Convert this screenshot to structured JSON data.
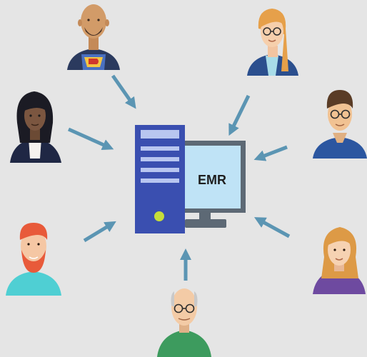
{
  "screen": {
    "label": "EMR"
  },
  "colors": {
    "background": "#e5e5e5",
    "arrow": "#5b95b3",
    "tower": "#3a4fb0",
    "tower_slot": "#b8c6f0",
    "power_light": "#c6dd3a",
    "monitor_frame": "#5d6975",
    "monitor_screen": "#bfe3f6"
  },
  "people": [
    {
      "role": "superhero",
      "icon": "bald-man-with-hero-shirt-avatar"
    },
    {
      "role": "woman-glasses-top",
      "icon": "blonde-woman-with-glasses-avatar"
    },
    {
      "role": "woman-dark-hair",
      "icon": "woman-with-dark-hair-avatar"
    },
    {
      "role": "man-glasses-right",
      "icon": "man-with-glasses-avatar"
    },
    {
      "role": "red-beard",
      "icon": "red-bearded-man-avatar"
    },
    {
      "role": "woman-purple",
      "icon": "long-haired-woman-avatar"
    },
    {
      "role": "older-man",
      "icon": "older-man-with-glasses-avatar"
    }
  ]
}
